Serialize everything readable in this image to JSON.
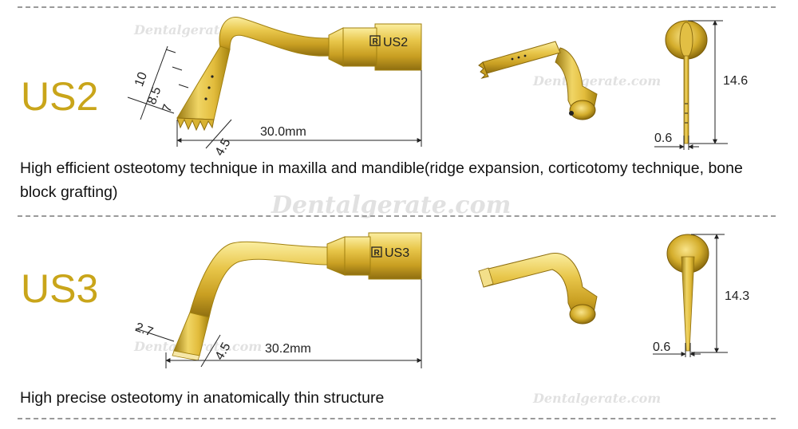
{
  "dividers_count": 3,
  "watermark": "Dentalgerate.com",
  "colors": {
    "gold_light": "#f3dc7a",
    "gold_mid": "#d9b334",
    "gold_dark": "#9a7a12",
    "label": "#c9a51a"
  },
  "tips": [
    {
      "model": "US2",
      "badge": "US2",
      "brand_mark": "R",
      "length_label": "30.0mm",
      "width_label": "4.5",
      "tooth_dims": [
        "10",
        "8.5",
        "7"
      ],
      "end_view_height": "14.6",
      "end_view_thickness": "0.6",
      "description": "High efficient osteotomy technique in maxilla and mandible(ridge expansion, corticotomy technique, bone block grafting)"
    },
    {
      "model": "US3",
      "badge": "US3",
      "brand_mark": "R",
      "length_label": "30.2mm",
      "width_label": "4.5",
      "tip_width_label": "2.7",
      "end_view_height": "14.3",
      "end_view_thickness": "0.6",
      "description": "High precise osteotomy in anatomically thin structure"
    }
  ]
}
